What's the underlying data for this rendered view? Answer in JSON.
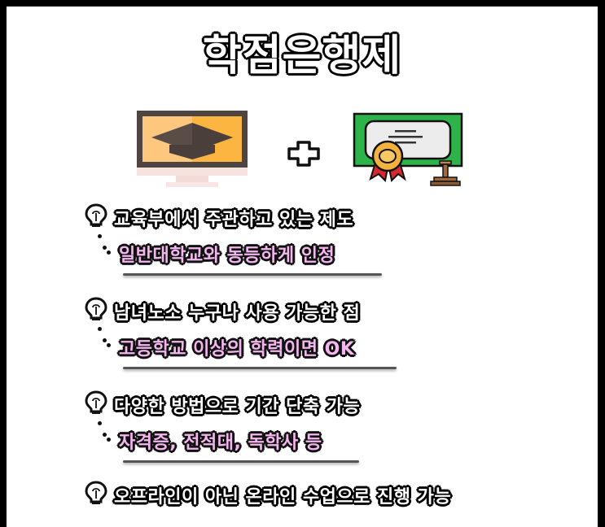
{
  "title": "학점은행제",
  "illustration": {
    "left_icon": "monitor-graduation-cap-icon",
    "operator": "plus-icon",
    "right_icon": "certificate-diploma-icon",
    "colors": {
      "monitor_screen_light": "#fdc77e",
      "monitor_screen_dark": "#fbb540",
      "monitor_frame": "#4e4542",
      "cap": "#5a4d48",
      "certificate_green": "#2db34a",
      "certificate_paper": "#ececec",
      "seal_gold": "#f3b13d",
      "ribbon_red": "#d9282d",
      "stamp_brown": "#a0683e"
    }
  },
  "items": [
    {
      "icon": "lightbulb-icon",
      "text": "교육부에서 주관하고 있는 제도",
      "sub": "일반대학교와 동등하게 인정"
    },
    {
      "icon": "lightbulb-icon",
      "text": "남녀노소 누구나 사용 가능한 점",
      "sub": "고등학교 이상의 학력이면 OK"
    },
    {
      "icon": "lightbulb-icon",
      "text": "다양한 방법으로 기간 단축 가능",
      "sub": "자격증, 전적대, 독학사 등"
    },
    {
      "icon": "lightbulb-icon",
      "text": "오프라인이 아닌 온라인 수업으로 진행 가능",
      "sub": null
    }
  ],
  "colors": {
    "border": "#000000",
    "background": "#ffffff",
    "highlight_pink": "#f4b6ee",
    "text_fill": "#ffffff",
    "text_outline": "#000000"
  }
}
